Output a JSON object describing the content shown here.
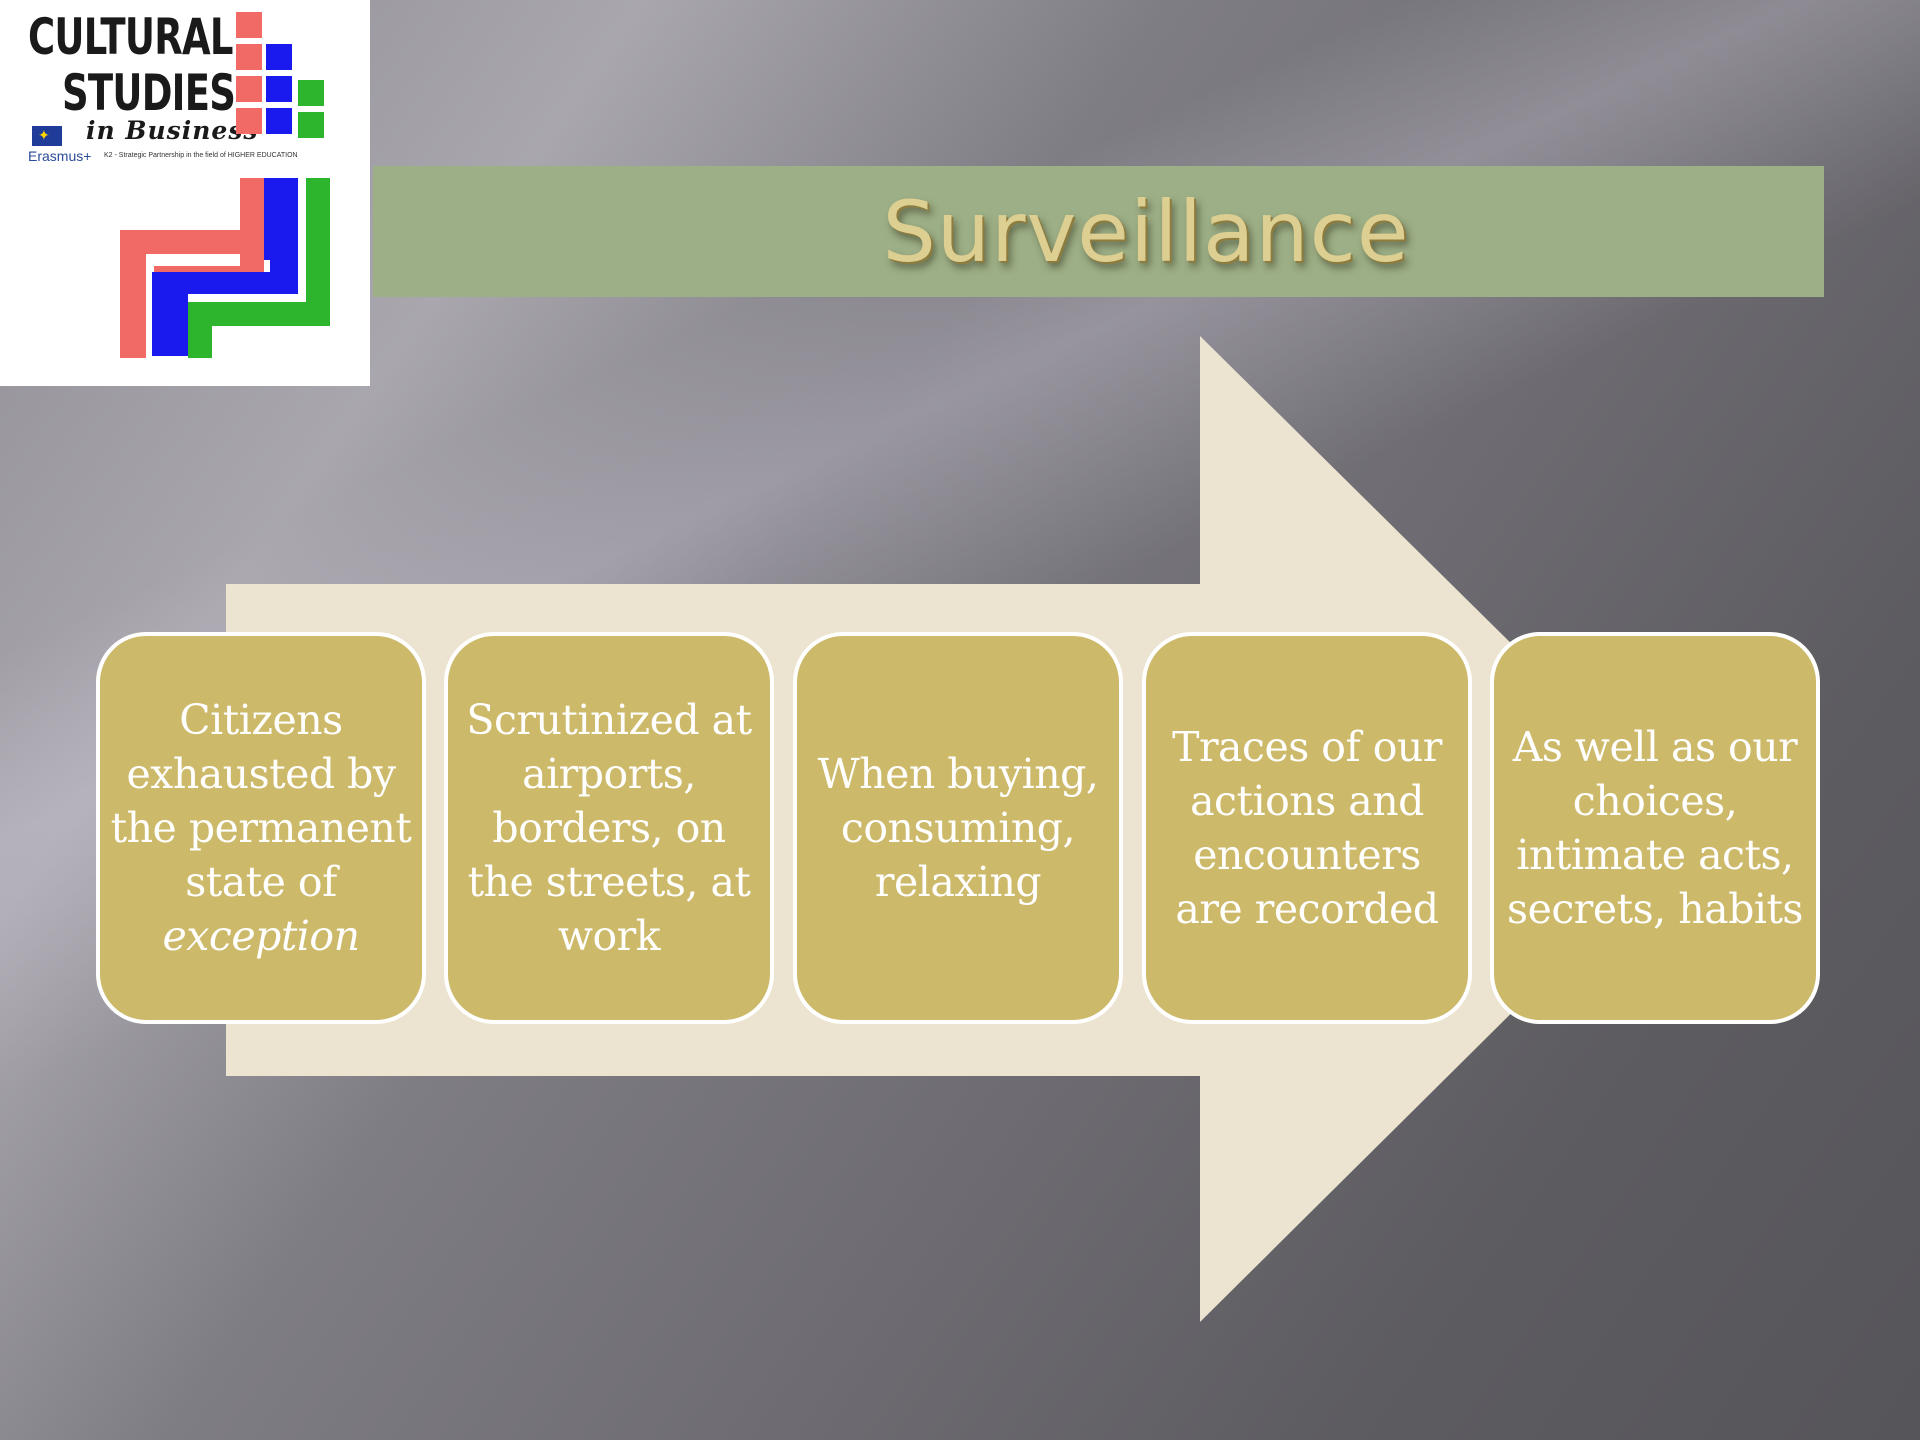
{
  "logo": {
    "line1": "CULTURAL",
    "line2": "STUDIES",
    "line3": "in Business",
    "erasmus": "Erasmus+",
    "k2": "K2 - Strategic Partnership in the field of HIGHER EDUCATION",
    "colors": {
      "red": "#f26a66",
      "blue": "#1a1aee",
      "green": "#2db52d"
    }
  },
  "title": "Surveillance",
  "steps": [
    {
      "text": "Citizens exhausted by the permanent state of",
      "emphasis": "exception"
    },
    {
      "text": "Scrutinized at airports, borders, on the streets, at work"
    },
    {
      "text": "When buying, consuming, relaxing"
    },
    {
      "text": "Traces of our actions and encounters are recorded"
    },
    {
      "text": "As well as our choices, intimate acts, secrets, habits"
    }
  ],
  "colors": {
    "title_bar": "#9daf86",
    "title_text": "#ddcf92",
    "arrow": "#ece4d0",
    "box_fill": "#cdb96a",
    "box_border": "#ffffff"
  }
}
